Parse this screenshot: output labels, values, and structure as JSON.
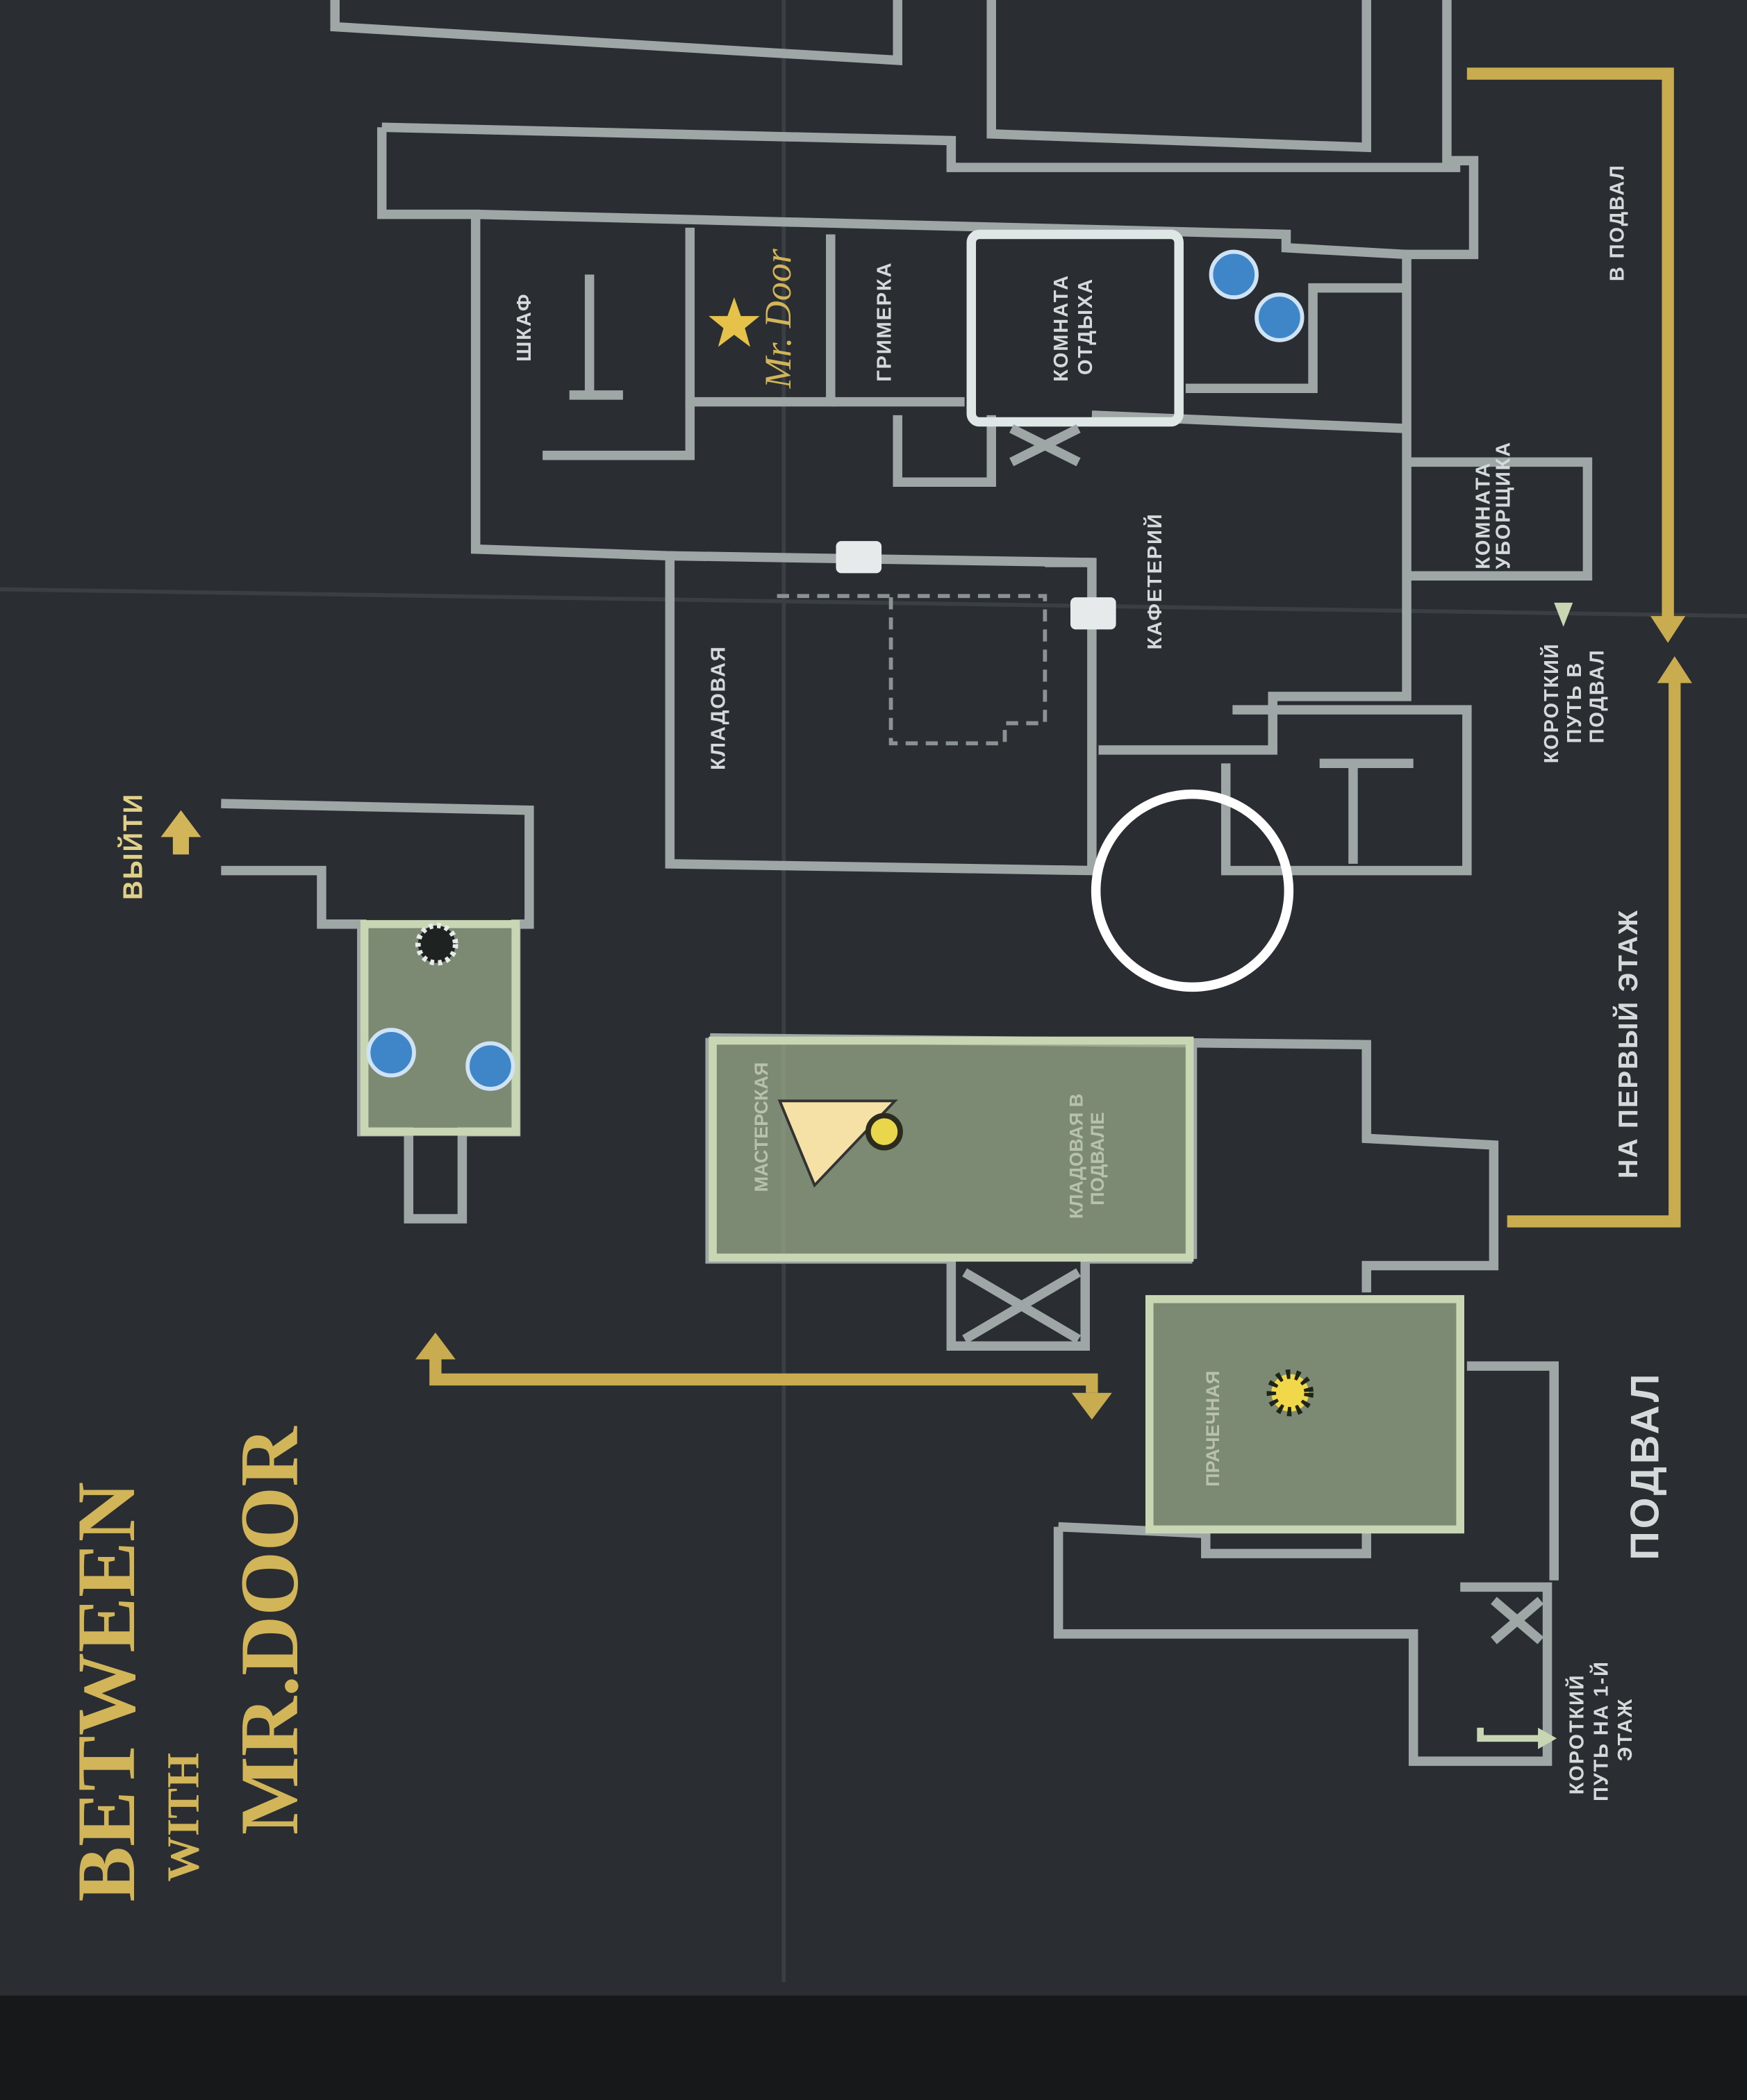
{
  "title": {
    "line1": "BETWEEN",
    "line2": "WITH",
    "line3": "MR.DOOR"
  },
  "logo": "Mr. Door",
  "floor_name": "ПОДВАЛ",
  "rooms": {
    "closet": "ШКАФ",
    "dressing_room": "ГРИМЕРКА",
    "rest_room": [
      "КОМНАТА",
      "ОТДЫХА"
    ],
    "cafeteria": "КАФЕТЕРИЙ",
    "storage": "КЛАДОВАЯ",
    "janitor_room": [
      "КОМНАТА",
      "УБОРЩИКА"
    ],
    "workshop": "МАСТЕРСКАЯ",
    "basement_storage": [
      "КЛАДОВАЯ В",
      "ПОДВАЛЕ"
    ],
    "laundry": "ПРАЧЕЧНАЯ"
  },
  "navigation": {
    "exit": "ВЫЙТИ",
    "to_basement": "В ПОДВАЛ",
    "to_first_floor": "НА ПЕРВЫЙ ЭТАЖ",
    "shortcut_to_basement": [
      "КОРОТКИЙ",
      "ПУТЬ В",
      "ПОДВАЛ"
    ],
    "shortcut_to_first_floor": [
      "КОРОТКИЙ",
      "ПУТЬ НА 1-Й",
      "ЭТАЖ"
    ]
  },
  "colors": {
    "background": "#2a2e33",
    "walls": "#9ea6a6",
    "accent_gold": "#c9ab50",
    "highlight": "#9aa98a",
    "marker_blue": "#3f86c9"
  }
}
